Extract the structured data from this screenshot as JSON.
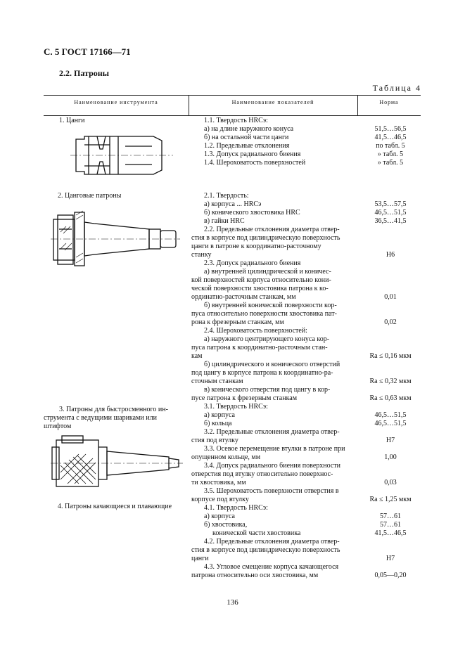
{
  "header": "С. 5 ГОСТ 17166—71",
  "section_title": "2.2. Патроны",
  "table_caption": "Таблица 4",
  "columns": {
    "tool": "Наименование инструмента",
    "indicator": "Наименование показателей",
    "norm": "Норма"
  },
  "tools": [
    "1. Цанги",
    "2. Цанговые патроны",
    "3. Патроны для быстросменного ин-",
    "струмента с ведущими шариками или",
    "штифтом",
    "4. Патроны качающиеся и плавающие"
  ],
  "lines": [
    "1.1. Твердость HRCэ:",
    "а) на длине наружного конуса",
    "б) на остальной части цанги",
    "1.2. Предельные отклонения",
    "1.3. Допуск радиального биения",
    "1.4. Шероховатость поверхностей",
    "2.1. Твердость:",
    "а) корпуса ... HRCэ",
    "б) конического хвостовика HRC",
    "в) гайки HRC",
    "2.2. Предельные отклонения диаметра отвер-",
    "стия в корпусе под цилиндрическую поверхность",
    "цанги в патроне к координатно-расточному",
    "станку",
    "2.3. Допуск радиального биения",
    "а) внутренней цилиндрической и коничес-",
    "кой поверхностей корпуса относительно кони-",
    "ческой поверхности хвостовика патрона к ко-",
    "ординатно-расточным станкам, мм",
    "б) внутренней конической поверхности кор-",
    "пуса относительно поверхности хвостовика пат-",
    "рона к фрезерным станкам, мм",
    "2.4. Шероховатость поверхностей:",
    "а) наружного центрирующего конуса кор-",
    "пуса патрона к координатно-расточным стан-",
    "кам",
    "б) цилиндрического и конического отверстий",
    "под цангу в корпусе патрона к координатно-ра-",
    "сточным станкам",
    "в) конического отверстия под цангу в кор-",
    "пусе патрона к фрезерным станкам",
    "3.1. Твердость HRCэ:",
    "а) корпуса",
    "б) кольца",
    "3.2. Предельные отклонения диаметра отвер-",
    "стия под втулку",
    "3.3. Осевое перемещение втулки в патроне при",
    "опущенном кольце, мм",
    "3.4. Допуск радиального биения поверхности",
    "отверстия под втулку относительно поверхнос-",
    "ти хвостовика, мм",
    "3.5. Шероховатость поверхности отверстия в",
    "корпусе под втулку",
    "4.1. Твердость HRCэ:",
    "а) корпуса",
    "б) хвостовика,",
    "конической части хвостовика",
    "4.2. Предельные отклонения диаметра отвер-",
    "стия в корпусе под цилиндрическую поверхность",
    "цанги",
    "4.3. Угловое смещение корпуса качающегося",
    "патрона относительно оси хвостовика, мм"
  ],
  "norms": [
    "51,5…56,5",
    "41,5…46,5",
    "по табл. 5",
    "» табл. 5",
    "» табл. 5",
    "53,5…57,5",
    "46,5…51,5",
    "36,5…41,5",
    "Н6",
    "0,01",
    "0,02",
    "Ra ≤ 0,16 мкм",
    "Ra ≤ 0,32 мкм",
    "Ra ≤ 0,63 мкм",
    "46,5…51,5",
    "46,5…51,5",
    "Н7",
    "1,00",
    "0,03",
    "Ra ≤ 1,25 мкм",
    "57…61",
    "57…61",
    "41,5…46,5",
    "Н7",
    "0,05—0,20"
  ],
  "page_number": "136"
}
